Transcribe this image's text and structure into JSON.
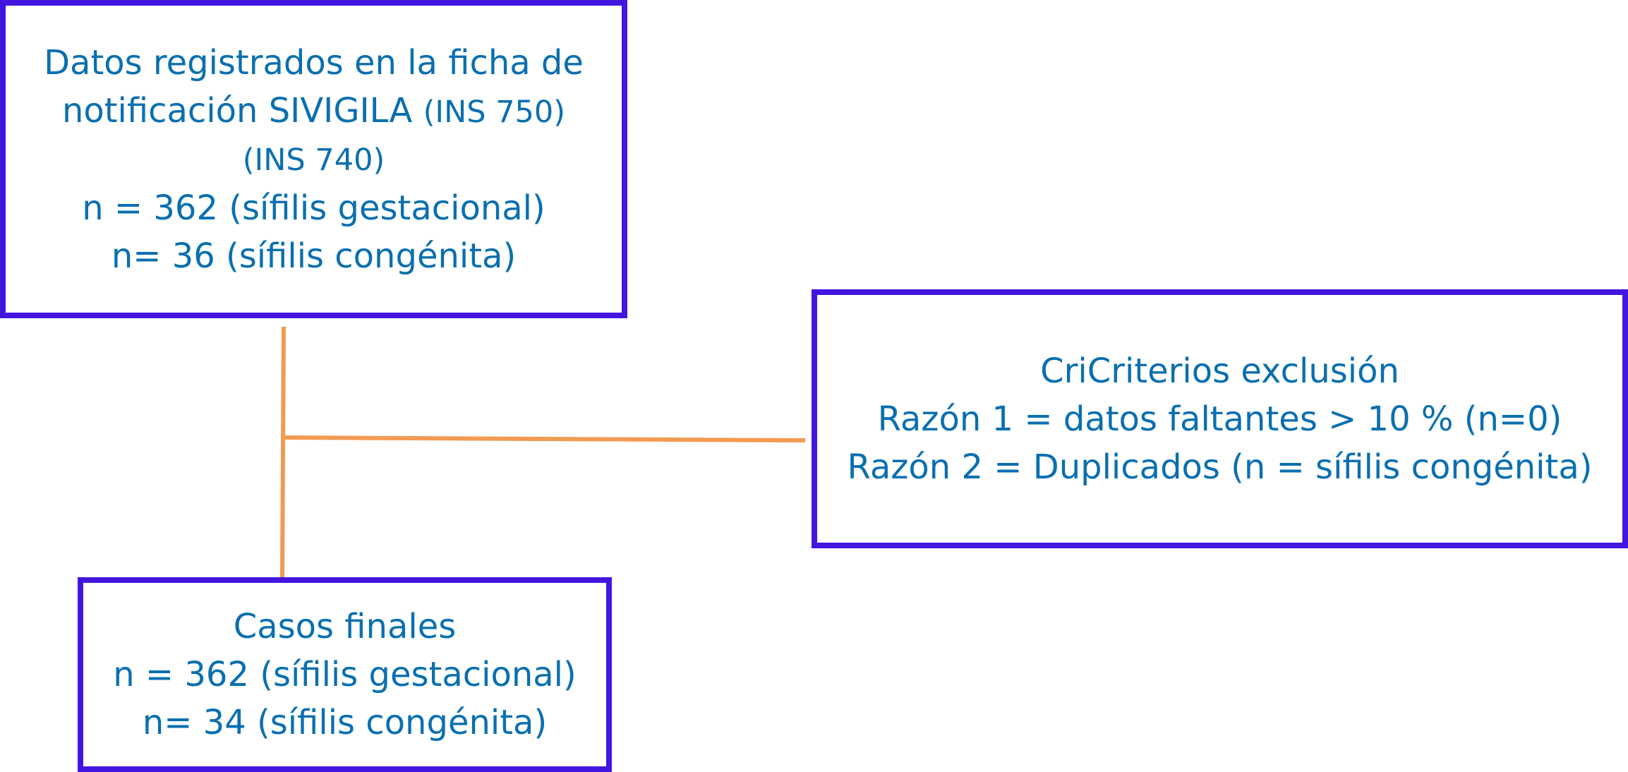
{
  "source_box": {
    "line1": "Datos registrados en la ficha de",
    "line2_main": "notificación SIVIGILA",
    "line2_code": "(INS 750)",
    "line3_code": "(INS 740)",
    "line4": "n = 362 (sífilis gestacional)",
    "line5": "n= 36 (sífilis congénita)"
  },
  "exclusion_box": {
    "line1": "CriCriterios exclusión",
    "line2": "Razón 1 = datos faltantes > 10 % (n=0)",
    "line3": "Razón 2 = Duplicados (n = sífilis congénita)"
  },
  "final_box": {
    "line1": "Casos finales",
    "line2": "n = 362 (sífilis gestacional)",
    "line3": "n= 34 (sífilis congénita)"
  },
  "colors": {
    "box_border": "#4316e0",
    "text": "#0a6fb0",
    "connector": "#f39a52"
  }
}
